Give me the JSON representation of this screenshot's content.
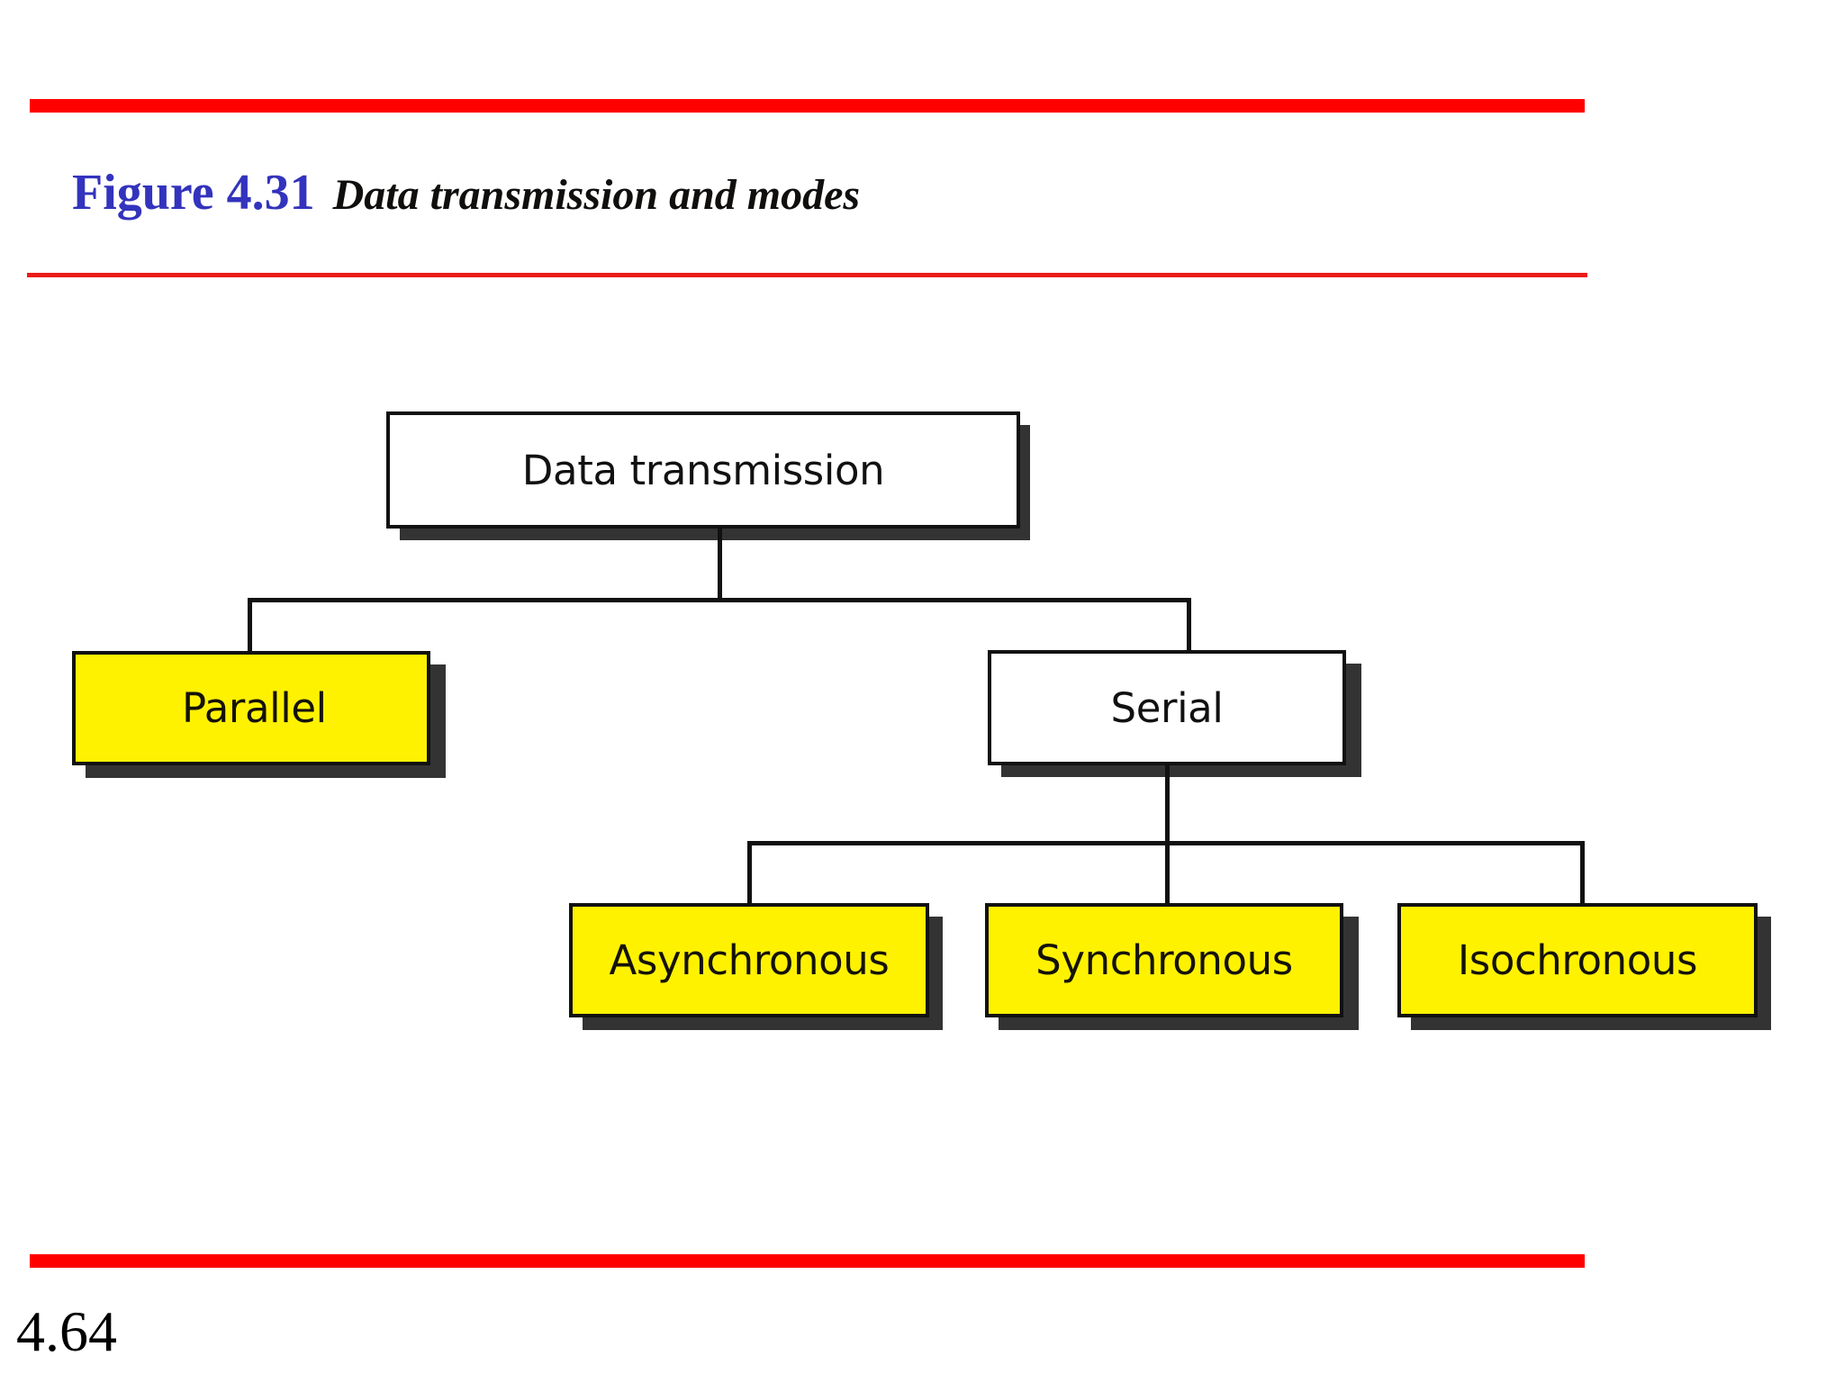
{
  "slide": {
    "number": "4.64",
    "accent_red": "#FE0000",
    "rule_red": "#EC1C18",
    "title_blue": "#3333BD",
    "node_yellow": "#FFF200",
    "node_border": "#111111",
    "shadow_color": "#333333"
  },
  "header": {
    "figure_label": "Figure 4.31",
    "caption": "Data transmission and modes"
  },
  "chart_data": {
    "type": "diagram",
    "title": "Data transmission and modes",
    "layout": "tree",
    "root": "Data transmission",
    "nodes": [
      {
        "id": "root",
        "label": "Data transmission",
        "fill": "white",
        "level": 0
      },
      {
        "id": "par",
        "label": "Parallel",
        "fill": "yellow",
        "level": 1
      },
      {
        "id": "ser",
        "label": "Serial",
        "fill": "white",
        "level": 1
      },
      {
        "id": "async",
        "label": "Asynchronous",
        "fill": "yellow",
        "level": 2
      },
      {
        "id": "sync",
        "label": "Synchronous",
        "fill": "yellow",
        "level": 2
      },
      {
        "id": "iso",
        "label": "Isochronous",
        "fill": "yellow",
        "level": 2
      }
    ],
    "edges": [
      {
        "from": "root",
        "to": "par"
      },
      {
        "from": "root",
        "to": "ser"
      },
      {
        "from": "ser",
        "to": "async"
      },
      {
        "from": "ser",
        "to": "sync"
      },
      {
        "from": "ser",
        "to": "iso"
      }
    ]
  }
}
